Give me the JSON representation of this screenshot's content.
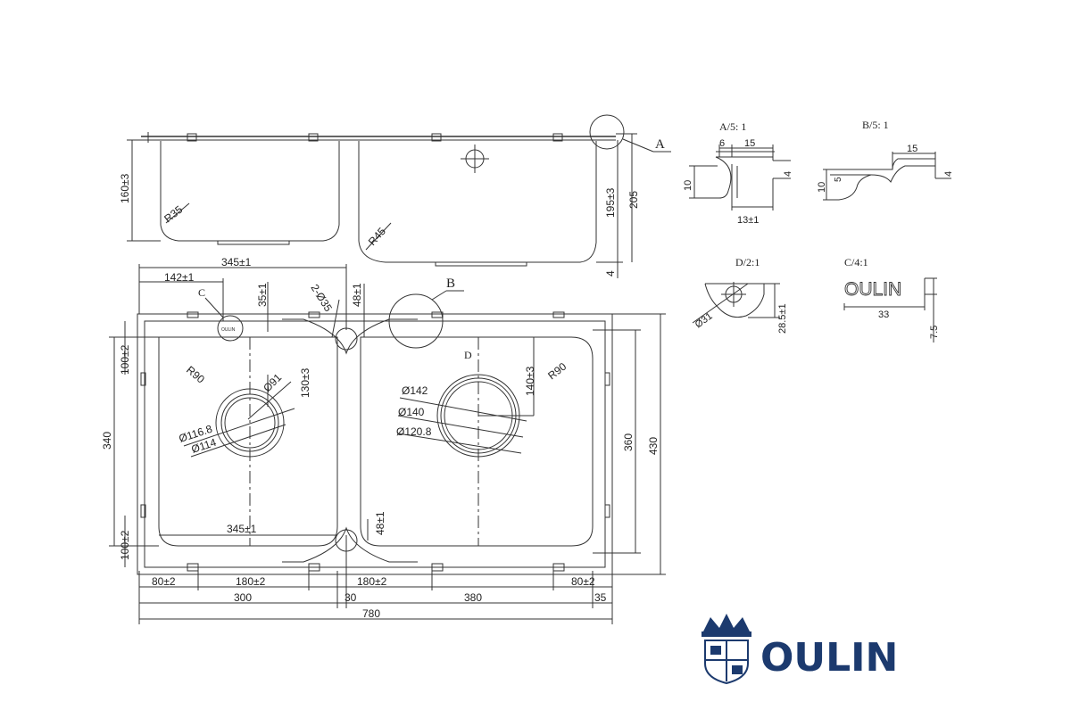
{
  "side_view": {
    "dims": [
      "160±3",
      "195±3",
      "205",
      "4"
    ],
    "radii": [
      "R35",
      "R45"
    ],
    "callout_a": "A"
  },
  "top_view": {
    "top_dims": [
      "345±1",
      "142±1",
      "35±1",
      "2-Ø35",
      "48±1"
    ],
    "bottom_dims": [
      "345±1",
      "48±1"
    ],
    "left_dims": [
      "100±2",
      "340",
      "100±2"
    ],
    "right_dims": [
      "360",
      "430"
    ],
    "bowl_left": [
      "R90",
      "Ø91",
      "130±3",
      "Ø116.8",
      "Ø114"
    ],
    "bowl_right": [
      "D",
      "140±3",
      "R90",
      "Ø142",
      "Ø140",
      "Ø120.8"
    ],
    "callout_b": "B",
    "callout_c": "C",
    "logo_mark": "OULIN",
    "row1": [
      "80±2",
      "180±2",
      "180±2",
      "80±2"
    ],
    "row2": [
      "300",
      "30",
      "380",
      "35"
    ],
    "row3": [
      "780"
    ]
  },
  "details": {
    "a": {
      "title": "A/5: 1",
      "dims": [
        "6",
        "15",
        "10",
        "4",
        "13±1"
      ]
    },
    "b": {
      "title": "B/5: 1",
      "dims": [
        "15",
        "10",
        "5",
        "4"
      ]
    },
    "d": {
      "title": "D/2:1",
      "dims": [
        "Ø31",
        "28.5±1"
      ]
    },
    "c": {
      "title": "C/4:1",
      "dims": [
        "33",
        "7.5"
      ],
      "logo_word": "OULIN"
    }
  },
  "brand": {
    "word": "OULIN",
    "color": "#1c3a6e",
    "icon": "crown-shield-icon"
  }
}
